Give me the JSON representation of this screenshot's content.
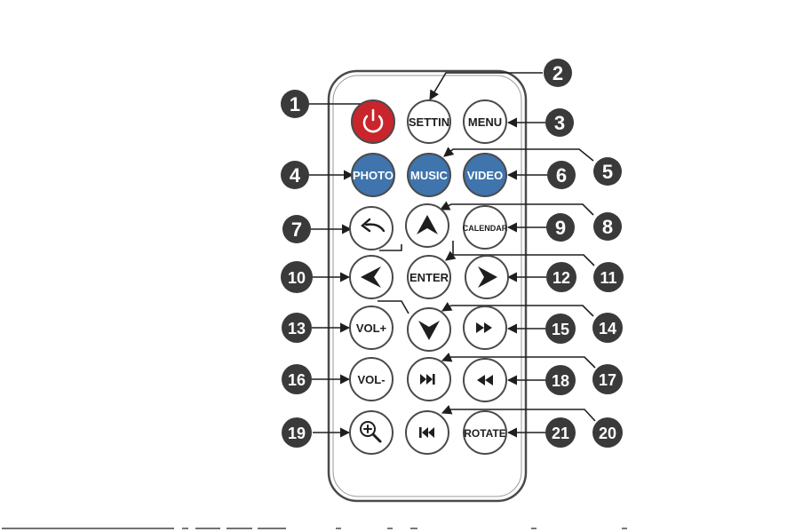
{
  "colors": {
    "outline": "#4a4a4a",
    "power": "#c9252c",
    "media": "#3f74ac",
    "callout": "#3a3a3a",
    "body": "#ffffff"
  },
  "buttons": {
    "power": {
      "icon": "power-icon"
    },
    "setting": {
      "label": "SETTIN"
    },
    "menu": {
      "label": "MENU"
    },
    "photo": {
      "label": "PHOTO"
    },
    "music": {
      "label": "MUSIC"
    },
    "video": {
      "label": "VIDEO"
    },
    "back": {
      "icon": "back-arrow-icon"
    },
    "up": {
      "icon": "arrow-up-icon"
    },
    "calendar": {
      "label": "CALENDAR"
    },
    "left": {
      "icon": "arrow-left-icon"
    },
    "enter": {
      "label": "ENTER"
    },
    "right": {
      "icon": "arrow-right-icon"
    },
    "vol_up": {
      "label": "VOL+"
    },
    "down": {
      "icon": "arrow-down-icon"
    },
    "fast_forward": {
      "icon": "fast-forward-icon"
    },
    "vol_down": {
      "label": "VOL-"
    },
    "next": {
      "icon": "skip-next-icon"
    },
    "rewind": {
      "icon": "rewind-icon"
    },
    "zoom": {
      "icon": "zoom-in-icon"
    },
    "prev": {
      "icon": "skip-previous-icon"
    },
    "rotate": {
      "label": "ROTATE"
    }
  },
  "callouts": [
    "1",
    "2",
    "3",
    "4",
    "5",
    "6",
    "7",
    "8",
    "9",
    "10",
    "11",
    "12",
    "13",
    "14",
    "15",
    "16",
    "17",
    "18",
    "19",
    "20",
    "21"
  ]
}
